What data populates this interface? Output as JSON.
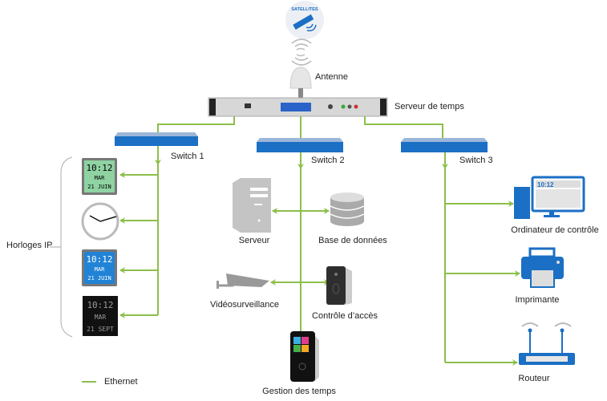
{
  "colors": {
    "ethernet": "#8cbf4a",
    "device_blue": "#1b6fc4",
    "device_gray": "#c8c8c8"
  },
  "satellites": {
    "label": "SATELLITES",
    "icon": "satellite-icon"
  },
  "antenna": {
    "label": "Antenne"
  },
  "time_server": {
    "label": "Serveur de temps"
  },
  "switches": [
    {
      "label": "Switch 1"
    },
    {
      "label": "Switch 2"
    },
    {
      "label": "Switch 3"
    }
  ],
  "ip_clocks": {
    "group_label": "Horloges IP",
    "clocks": [
      {
        "type": "lcd-green",
        "time": "10:12",
        "day": "MAR",
        "date": "21 JUIN"
      },
      {
        "type": "analog"
      },
      {
        "type": "lcd-blue",
        "time": "10:12",
        "day": "MAR",
        "date": "21 JUIN"
      },
      {
        "type": "led-black",
        "time": "10:12",
        "day": "MAR",
        "date": "21 SEPT"
      }
    ]
  },
  "switch2_devices": {
    "server": "Serveur",
    "database": "Base de données",
    "cctv": "Vidéosurveillance",
    "access": "Contrôle d’accès",
    "time_mgmt": "Gestion des temps"
  },
  "switch3_devices": {
    "computer": "Ordinateur de contrôle",
    "computer_screen_time": "10:12",
    "printer": "Imprimante",
    "router": "Routeur"
  },
  "legend": {
    "ethernet": "Ethernet"
  }
}
